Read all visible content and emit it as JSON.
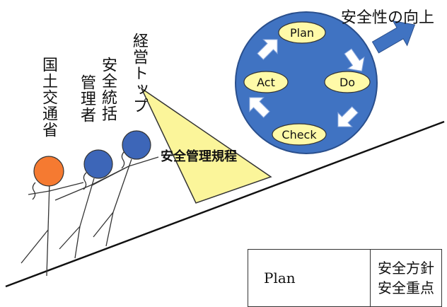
{
  "goal_label": "安全性の向上",
  "actors": [
    {
      "label": "国土交通省",
      "color": "#f57a31"
    },
    {
      "label": "安全統括管理者",
      "label_lines": [
        "安全統括",
        "管理者"
      ],
      "color": "#3d66b8"
    },
    {
      "label": "経営トップ",
      "color": "#3d66b8"
    }
  ],
  "wedge_label": "安全管理規程",
  "cycle": {
    "steps": [
      "Plan",
      "Do",
      "Check",
      "Act"
    ],
    "circle_color": "#4073c2",
    "pill_color": "#fffaa8",
    "wedge_color": "#fbf59a",
    "arrow_color": "#3f6fc0"
  },
  "table": {
    "rows": [
      {
        "key": "Plan",
        "desc_lines": [
          "安全方針",
          "安全重点"
        ]
      }
    ]
  }
}
